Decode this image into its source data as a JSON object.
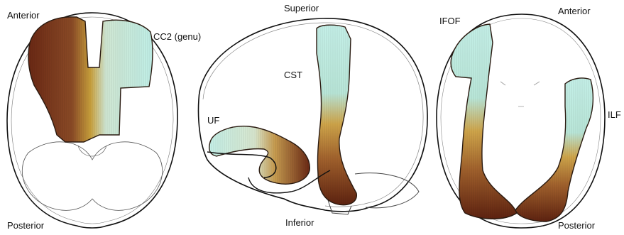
{
  "colors": {
    "anterior_end": "#6e2a14",
    "mid": "#c9a03c",
    "posterior_end": "#bfeee6",
    "outline": "#111111",
    "outline_light": "#888888"
  },
  "panels": [
    {
      "id": "axial-cc2",
      "labels": {
        "anterior": "Anterior",
        "tract": "CC2 (genu)",
        "posterior": "Posterior"
      }
    },
    {
      "id": "sagittal-cst-uf",
      "labels": {
        "superior": "Superior",
        "cst": "CST",
        "uf": "UF",
        "inferior": "Inferior"
      }
    },
    {
      "id": "axial-ifof-ilf",
      "labels": {
        "ifof": "IFOF",
        "anterior": "Anterior",
        "ilf": "ILF",
        "posterior": "Posterior"
      }
    }
  ]
}
